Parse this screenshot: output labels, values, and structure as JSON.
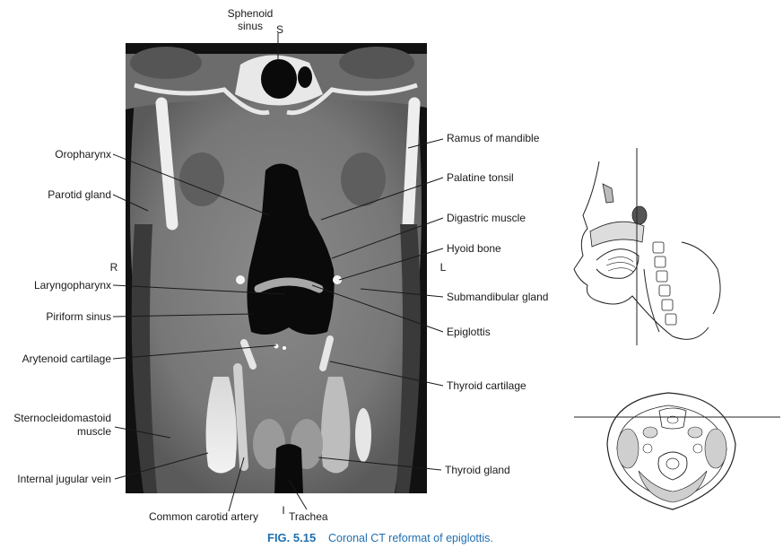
{
  "labels": {
    "sphenoid_sinus_1": "Sphenoid",
    "sphenoid_sinus_2": "sinus",
    "superior": "S",
    "inferior": "I",
    "right": "R",
    "left": "L",
    "oropharynx": "Oropharynx",
    "parotid_gland": "Parotid gland",
    "laryngopharynx": "Laryngopharynx",
    "piriform_sinus": "Piriform sinus",
    "arytenoid_cartilage": "Arytenoid cartilage",
    "scm_1": "Sternocleidomastoid",
    "scm_2": "muscle",
    "internal_jugular_vein": "Internal jugular vein",
    "common_carotid_artery": "Common carotid artery",
    "trachea": "Trachea",
    "ramus_of_mandible": "Ramus of mandible",
    "palatine_tonsil": "Palatine tonsil",
    "digastric_muscle": "Digastric muscle",
    "hyoid_bone": "Hyoid bone",
    "submandibular_gland": "Submandibular gland",
    "epiglottis": "Epiglottis",
    "thyroid_cartilage": "Thyroid cartilage",
    "thyroid_gland": "Thyroid gland"
  },
  "caption": {
    "figure_number": "FIG. 5.15",
    "text": "Coronal CT reformat of epiglottis."
  },
  "colors": {
    "caption": "#1f6fb0",
    "background": "#ffffff",
    "ct_background": "#111111"
  }
}
